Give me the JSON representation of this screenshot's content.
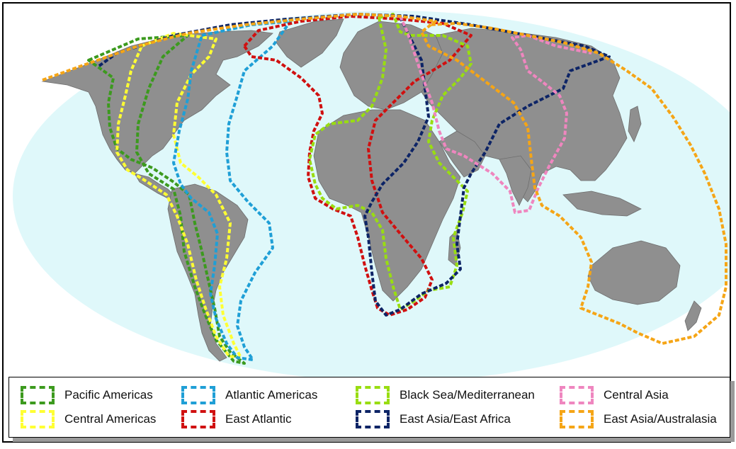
{
  "map": {
    "ocean_color": "#dff8fa",
    "land_color": "#8f8f8f"
  },
  "flyways": [
    {
      "key": "pacific_americas",
      "label": "Pacific Americas",
      "color": "#3c9a1e"
    },
    {
      "key": "atlantic_americas",
      "label": "Atlantic Americas",
      "color": "#1f9fd6"
    },
    {
      "key": "black_sea_mediterranean",
      "label": "Black Sea/Mediterranean",
      "color": "#99dd11"
    },
    {
      "key": "central_asia",
      "label": "Central Asia",
      "color": "#ef86bf"
    },
    {
      "key": "central_americas",
      "label": "Central Americas",
      "color": "#ffff33"
    },
    {
      "key": "east_atlantic",
      "label": "East Atlantic",
      "color": "#d01010"
    },
    {
      "key": "east_asia_east_africa",
      "label": "East Asia/East Africa",
      "color": "#0d2466"
    },
    {
      "key": "east_asia_australasia",
      "label": "East Asia/Australasia",
      "color": "#f5a516"
    }
  ]
}
